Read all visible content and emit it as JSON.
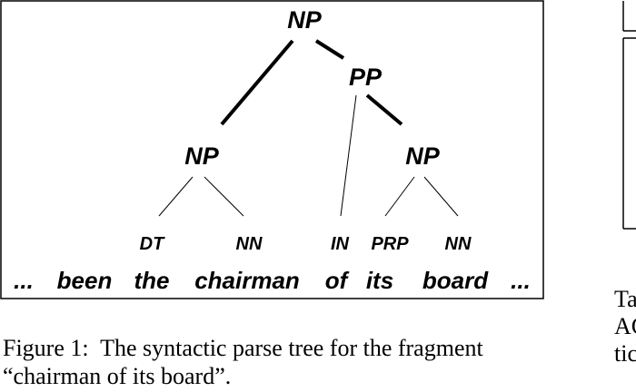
{
  "tree": {
    "root": "NP",
    "pp": "PP",
    "np_left": "NP",
    "np_right": "NP",
    "pos_tags": [
      "DT",
      "NN",
      "IN",
      "PRP",
      "NN"
    ],
    "sentence": {
      "ellipsis_left": "...",
      "words": [
        "been",
        "the",
        "chairman",
        "of",
        "its",
        "board"
      ],
      "ellipsis_right": "..."
    }
  },
  "caption": {
    "line1": "Figure 1:  The syntactic parse tree for the fragment",
    "line2": "“chairman of its board”."
  },
  "right_column": {
    "line1": "Ta",
    "line2": "AC",
    "line3": "tic"
  }
}
